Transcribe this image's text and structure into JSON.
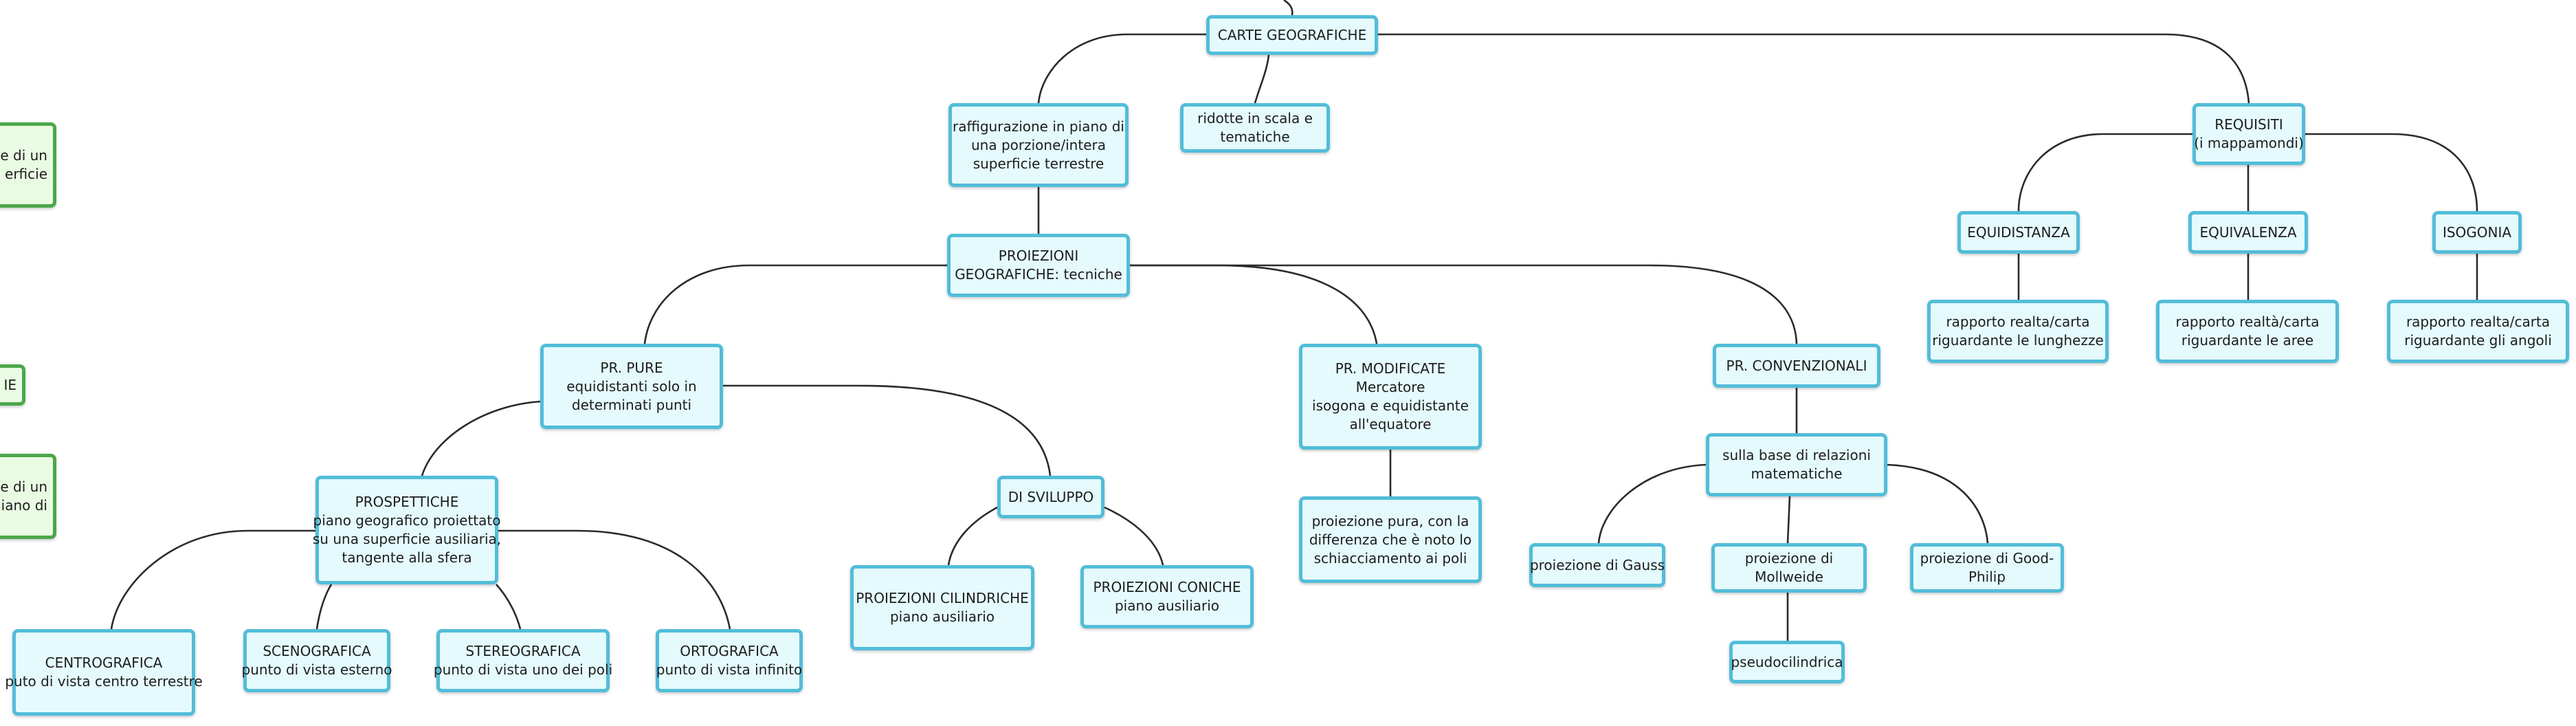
{
  "colors": {
    "node_fill": "#e5fafd",
    "node_border": "#52bdd9",
    "side_fill": "#e9fbe2",
    "side_border": "#4aa84a",
    "link": "#2b2b2b"
  },
  "nodes": {
    "root": {
      "lines": [
        "CARTE GEOGRAFICHE"
      ]
    },
    "raffigurazione": {
      "lines": [
        "raffigurazione in piano di",
        "una porzione/intera",
        "superficie terrestre"
      ]
    },
    "ridotte": {
      "lines": [
        "ridotte in scala e",
        "tematiche"
      ]
    },
    "requisiti": {
      "lines": [
        "REQUISITI",
        "(i mappamondi)"
      ]
    },
    "equidistanza": {
      "lines": [
        "EQUIDISTANZA"
      ]
    },
    "equivalenza": {
      "lines": [
        "EQUIVALENZA"
      ]
    },
    "isogonia": {
      "lines": [
        "ISOGONIA"
      ]
    },
    "req_lunghezze": {
      "lines": [
        "rapporto realta/carta",
        "riguardante le lunghezze"
      ]
    },
    "req_aree": {
      "lines": [
        "rapporto realtà/carta",
        "riguardante le aree"
      ]
    },
    "req_angoli": {
      "lines": [
        "rapporto realta/carta",
        "riguardante gli angoli"
      ]
    },
    "proiezioni": {
      "lines": [
        "PROIEZIONI",
        "GEOGRAFICHE: tecniche"
      ]
    },
    "pure": {
      "lines": [
        "PR. PURE",
        "equidistanti solo in",
        "determinati punti"
      ]
    },
    "modificate": {
      "lines": [
        "PR. MODIFICATE",
        "Mercatore",
        "isogona e equidistante",
        "all'equatore"
      ]
    },
    "convenzionali": {
      "lines": [
        "PR. CONVENZIONALI"
      ]
    },
    "prospettiche": {
      "lines": [
        "PROSPETTICHE",
        "piano geografico proiettato",
        "su una superficie ausiliaria,",
        "tangente alla sfera"
      ]
    },
    "sviluppo": {
      "lines": [
        "DI SVILUPPO"
      ]
    },
    "cilindriche": {
      "lines": [
        "PROIEZIONI CILINDRICHE",
        "piano ausiliario"
      ]
    },
    "coniche": {
      "lines": [
        "PROIEZIONI CONICHE",
        "piano ausiliario"
      ]
    },
    "pura_diff": {
      "lines": [
        "proiezione pura, con la",
        "differenza che è noto lo",
        "schiacciamento ai poli"
      ]
    },
    "relazioni": {
      "lines": [
        "sulla base di relazioni",
        "matematiche"
      ]
    },
    "gauss": {
      "lines": [
        "proiezione di Gauss"
      ]
    },
    "mollweide": {
      "lines": [
        "proiezione di",
        "Mollweide"
      ]
    },
    "goode": {
      "lines": [
        "proiezione di Good-",
        "Philip"
      ]
    },
    "pseudo": {
      "lines": [
        "pseudocilindrica"
      ]
    },
    "centrografica": {
      "lines": [
        "CENTROGRAFICA",
        "puto di vista centro terrestre"
      ]
    },
    "scenografica": {
      "lines": [
        "SCENOGRAFICA",
        "punto di vista esterno"
      ]
    },
    "stereografica": {
      "lines": [
        "STEREOGRAFICA",
        "punto di vista uno dei poli"
      ]
    },
    "ortografica": {
      "lines": [
        "ORTOGRAFICA",
        "punto di vista infinito"
      ]
    },
    "side_1": {
      "lines": [
        "ne di un",
        "erficie"
      ]
    },
    "side_2": {
      "lines": [
        "IE"
      ]
    },
    "side_3": {
      "lines": [
        "e di un",
        "iano di"
      ]
    }
  }
}
